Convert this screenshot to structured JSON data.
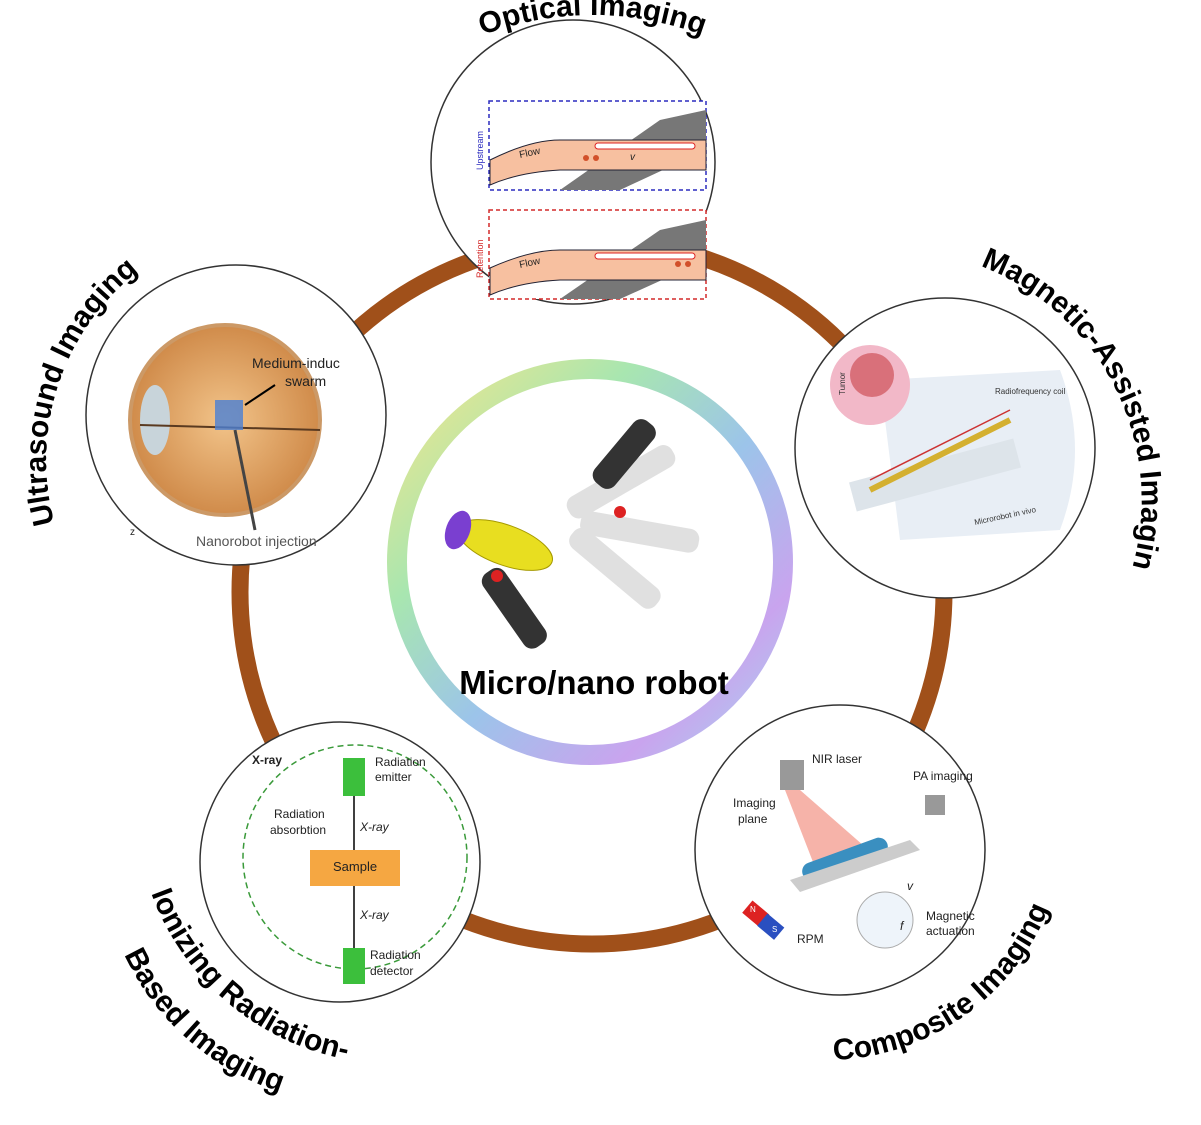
{
  "center": {
    "title": "Micro/nano robot"
  },
  "labels": {
    "optical": "Optical Imaging",
    "magnetic": "Magnetic-Assisted Imaging",
    "composite": "Composite Imaging",
    "ionizing_1": "Ionizing Radiation-",
    "ionizing_2": "Based Imaging",
    "ultrasound": "Ultrasound Imaging"
  },
  "optical_panel": {
    "upstream": "Upstream",
    "retention": "Retention",
    "flow": "Flow",
    "velocity": "v"
  },
  "magnetic_panel": {
    "tumor": "Tumor",
    "coil": "Radiofrequency coil",
    "microrobot": "Microrobot in vivo"
  },
  "composite_panel": {
    "nir": "NIR laser",
    "pa": "PA imaging",
    "plane_1": "Imaging",
    "plane_2": "plane",
    "magnetic_1": "Magnetic",
    "magnetic_2": "actuation",
    "rpm": "RPM",
    "n": "N",
    "s": "S",
    "v": "v",
    "f": "f"
  },
  "ionizing_panel": {
    "xray_title": "X-ray",
    "emitter_1": "Radiation",
    "emitter_2": "emitter",
    "absorb_1": "Radiation",
    "absorb_2": "absorbtion",
    "xray_1": "X-ray",
    "sample": "Sample",
    "xray_2": "X-ray",
    "detector_1": "Radiation",
    "detector_2": "detector"
  },
  "ultrasound_panel": {
    "swarm_1": "Medium-induc",
    "swarm_2": "swarm",
    "injection": "Nanorobot injection",
    "z": "z"
  },
  "colors": {
    "ring": "#a0501a",
    "upstream": "#2b2bbf",
    "retention": "#d42a2a",
    "sample": "#f5a742",
    "detector": "#3cbf3c",
    "vessel": "#f7c0a0"
  }
}
